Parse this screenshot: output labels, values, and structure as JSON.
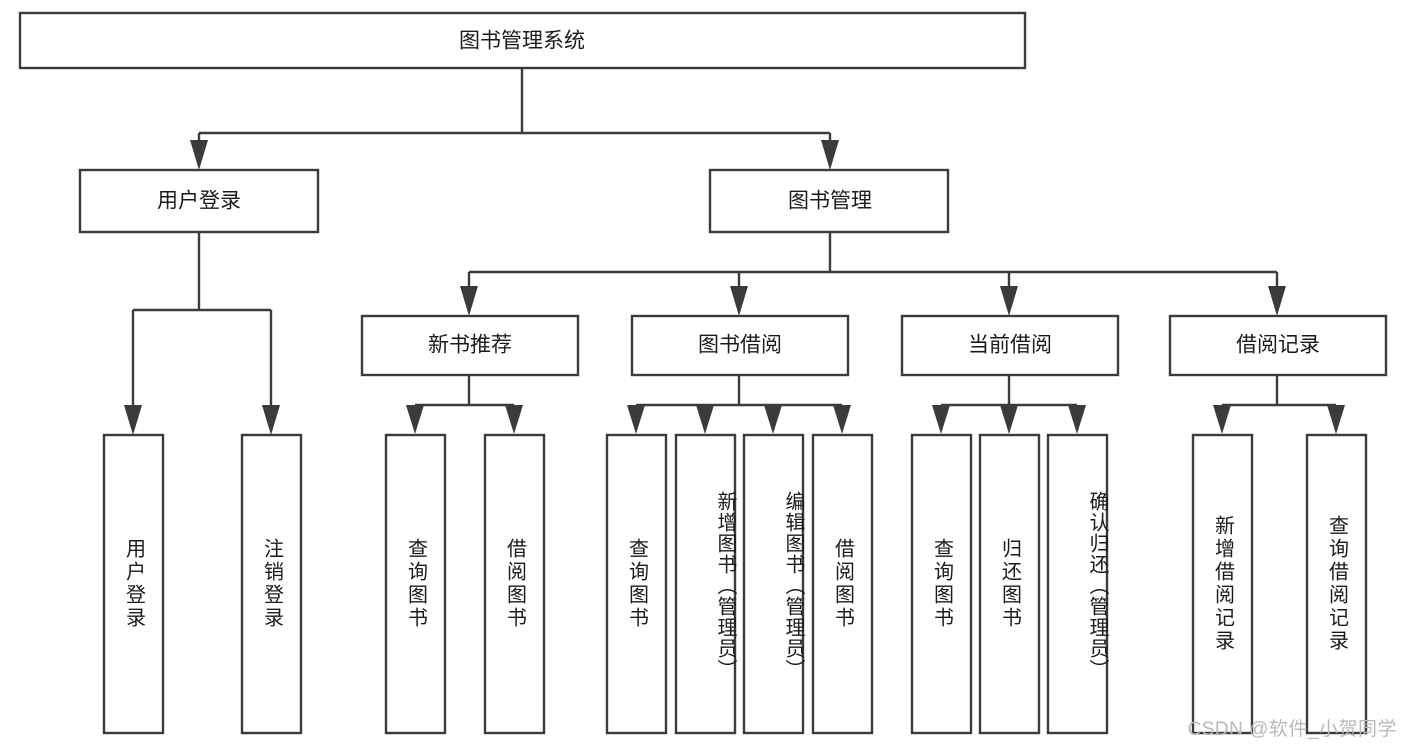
{
  "diagram": {
    "type": "hierarchy-tree",
    "title": "图书管理系统",
    "watermark": "CSDN @软件_小贺同学",
    "colors": {
      "stroke": "#3b3b3b",
      "fill": "#ffffff",
      "text": "#1b1b1b",
      "watermark": "#b9b9b9"
    },
    "root": {
      "label": "图书管理系统"
    },
    "level2": [
      {
        "label": "用户登录"
      },
      {
        "label": "图书管理"
      }
    ],
    "level3": [
      {
        "label": "新书推荐"
      },
      {
        "label": "图书借阅"
      },
      {
        "label": "当前借阅"
      },
      {
        "label": "借阅记录"
      }
    ],
    "leaves": {
      "user_login": [
        {
          "label": "用户登录"
        },
        {
          "label": "注销登录"
        }
      ],
      "new_book_recommend": [
        {
          "label": "查询图书"
        },
        {
          "label": "借阅图书"
        }
      ],
      "book_borrow": [
        {
          "label": "查询图书"
        },
        {
          "label": "新增图书（管理员）"
        },
        {
          "label": "编辑图书（管理员）"
        },
        {
          "label": "借阅图书"
        }
      ],
      "current_borrow": [
        {
          "label": "查询图书"
        },
        {
          "label": "归还图书"
        },
        {
          "label": "确认归还（管理员）"
        }
      ],
      "borrow_record": [
        {
          "label": "新增借阅记录"
        },
        {
          "label": "查询借阅记录"
        }
      ]
    }
  }
}
